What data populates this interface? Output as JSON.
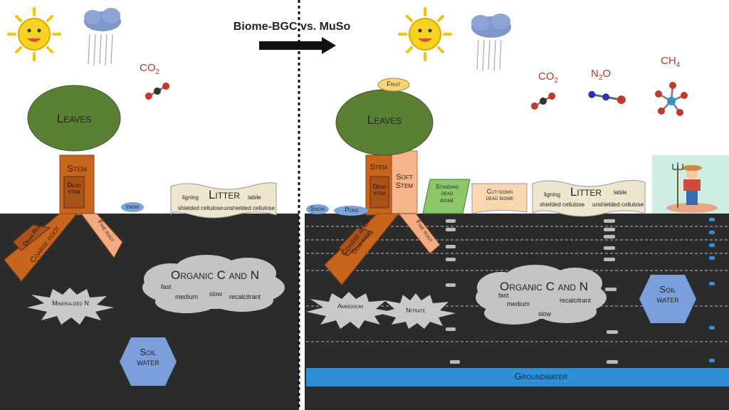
{
  "title": "Biome-BGC vs. MuSo",
  "gases": {
    "co2": {
      "base": "CO",
      "sub": "2"
    },
    "n2o": {
      "pre": "N",
      "sub": "2",
      "post": "O"
    },
    "ch4": {
      "base": "CH",
      "sub": "4"
    }
  },
  "left": {
    "leaves": "Leaves",
    "stem": "Stem",
    "dead_stem": [
      "Dead",
      "stem"
    ],
    "snow": "snow",
    "litter": {
      "title": "Litter",
      "a": "ligning",
      "b": "labile",
      "c": "shielded cellulose",
      "d": "unshielded cellulose"
    },
    "dead_root": "Dead Root",
    "coarse_root": "Coarse root",
    "fine_root": "Fine root",
    "organic": {
      "title": "Organic C and N",
      "fast": "fast",
      "medium": "medium",
      "slow": "slow",
      "recal": "recalcitrant"
    },
    "mineralized": "Mineralized N",
    "soil_water": [
      "Soil",
      "water"
    ]
  },
  "right": {
    "fruit": "Fruit",
    "leaves": "Leaves",
    "stem": "Stem",
    "dead_stem": [
      "Dead",
      "stem"
    ],
    "soft_stem": [
      "Soft",
      "Stem"
    ],
    "standing": [
      "Standing",
      "dead",
      "biome"
    ],
    "cutdown": [
      "Cut-down",
      "dead biome"
    ],
    "litter": {
      "title": "Litter",
      "a": "ligning",
      "b": "labile",
      "c": "shielded cellulose",
      "d": "unshielded cellulose"
    },
    "snow": "Snow",
    "pond": "Pond",
    "coarse_root": "Coarse root",
    "dead_root": "Dead root",
    "fine_root": "Fine root",
    "organic": {
      "title": "Organic C and N",
      "fast": "fast",
      "medium": "medium",
      "recal": "recalcitrant",
      "slow": "slow"
    },
    "ammonium": "Ammonium",
    "nitrate": "Nitrate",
    "soil_water": [
      "Soil",
      "water"
    ],
    "groundwater": "Groundwater"
  },
  "colors": {
    "soil": "#2b2b2b",
    "leaves": "#5a7f35",
    "trunk": "#c8651d",
    "soft_stem": "#f6b48a",
    "litter": "#eee6cf",
    "cloud": "#c4c4c4",
    "burst": "#c9c9c9",
    "soil_water": "#7b9fdd",
    "snow_pond": "#7ba4d8",
    "groundwater": "#2f8fd8",
    "fruit": "#f7d67a",
    "standing": "#8cc86a",
    "cutdown": "#fbd7b0",
    "farmer_bg": "#cdeee0",
    "gas_red": "#c0392b",
    "sun": "#f5d323"
  }
}
